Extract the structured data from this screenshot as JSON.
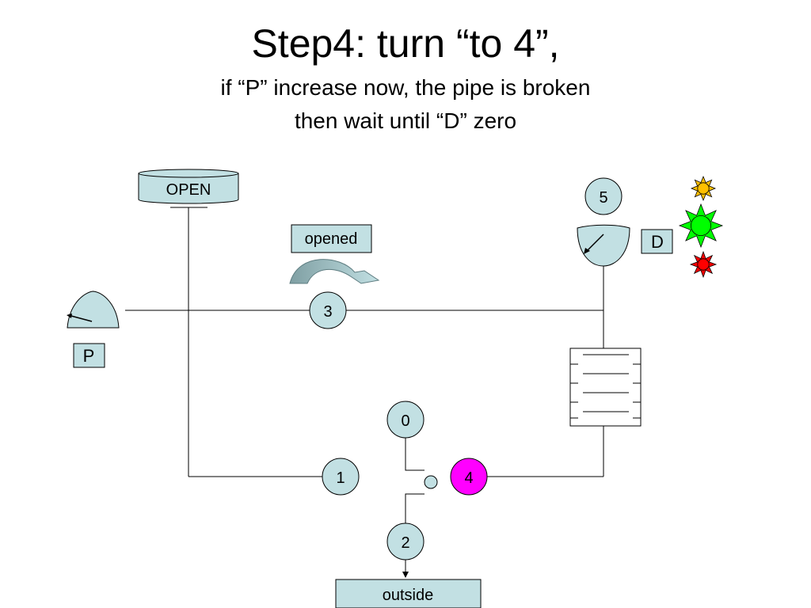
{
  "slide": {
    "title": "Step4: turn “to 4”,",
    "subtitle_line1": "if “P” increase now, the pipe is broken",
    "subtitle_line2": "then wait until “D” zero"
  },
  "diagram": {
    "open_label": "OPEN",
    "opened_label": "opened",
    "p_label": "P",
    "d_label": "D",
    "outside_label": "outside",
    "nodes": [
      {
        "id": "0",
        "label": "0"
      },
      {
        "id": "1",
        "label": "1"
      },
      {
        "id": "2",
        "label": "2"
      },
      {
        "id": "3",
        "label": "3"
      },
      {
        "id": "4",
        "label": "4",
        "active": true
      },
      {
        "id": "5",
        "label": "5"
      }
    ],
    "indicator_lights": [
      "yellow",
      "green",
      "red"
    ],
    "colors": {
      "node_fill": "#c2e0e3",
      "active_node_fill": "#ff00ff",
      "light_yellow": "#ffc000",
      "light_green": "#00ff00",
      "light_red": "#ff0000"
    }
  }
}
